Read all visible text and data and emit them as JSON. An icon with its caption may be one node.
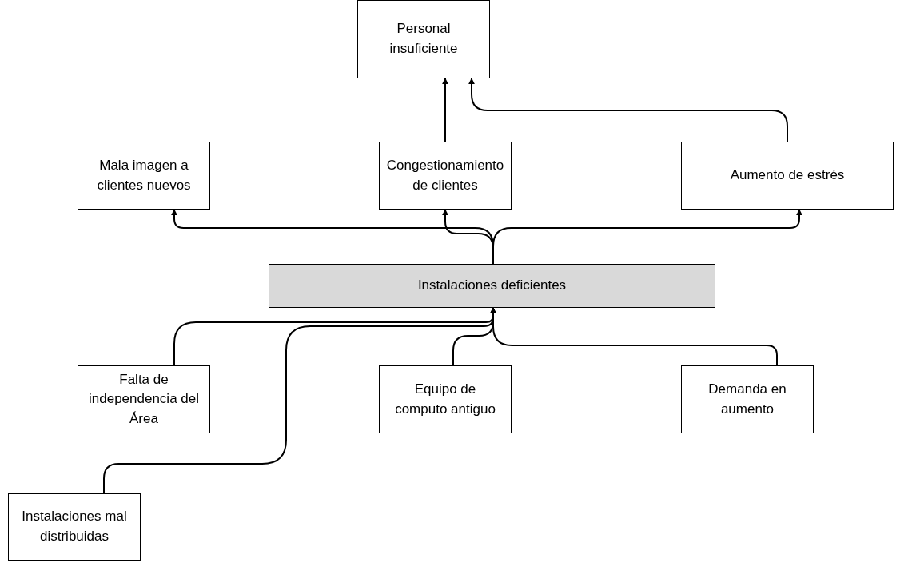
{
  "diagram": {
    "nodes": [
      {
        "text": [
          "Personal insuficiente"
        ]
      },
      {
        "text": [
          "Mala imagen a clientes nuevos"
        ]
      },
      {
        "text": [
          "Congestionamiento de clientes"
        ]
      },
      {
        "text": [
          "Aumento de estrés"
        ]
      },
      {
        "text": [
          "Instalaciones deficientes"
        ]
      },
      {
        "text": [
          "Falta de independencia del Área"
        ]
      },
      {
        "text": [
          "Equipo de computo antiguo"
        ]
      },
      {
        "text": [
          "Demanda  en aumento"
        ]
      },
      {
        "text": [
          "Instalaciones mal distribuidas"
        ]
      }
    ],
    "edges": [
      {
        "from": 4,
        "to": 1,
        "arrow": "to"
      },
      {
        "from": 4,
        "to": 2,
        "arrow": "to"
      },
      {
        "from": 4,
        "to": 3,
        "arrow": "to"
      },
      {
        "from": 2,
        "to": 0,
        "arrow": "to"
      },
      {
        "from": 3,
        "to": 0,
        "arrow": "to"
      },
      {
        "from": 5,
        "to": 4,
        "arrow": "to"
      },
      {
        "from": 6,
        "to": 4,
        "arrow": "to"
      },
      {
        "from": 7,
        "to": 4,
        "arrow": "to"
      },
      {
        "from": 8,
        "to": 4,
        "arrow": "to"
      }
    ]
  }
}
